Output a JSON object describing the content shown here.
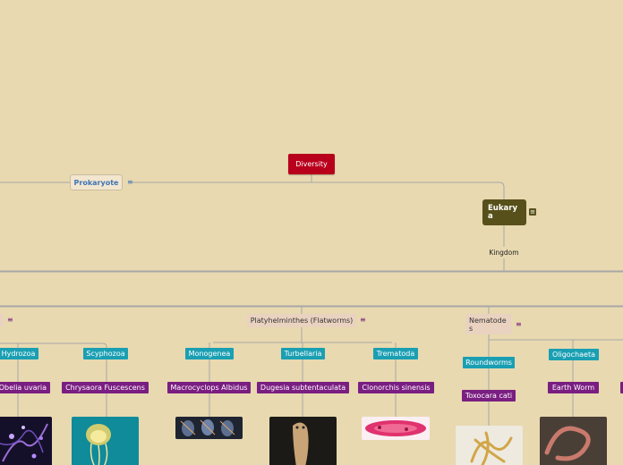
{
  "diagram": {
    "root": "Diversity",
    "prokaryote": "Prokaryote",
    "eukaryote": "Eukary a",
    "kingdom": "Kingdom",
    "phyla": {
      "left_partial": "",
      "platyhelminthes": "Platyhelminthes (Flatworms)",
      "nematodes": "Nematode s"
    },
    "classes": {
      "hydrozoa": "Hydrozoa",
      "scyphozoa": "Scyphozoa",
      "monogenea": "Monogenea",
      "turbellaria": "Turbellaria",
      "trematoda": "Trematoda",
      "roundworms": "Roundworms",
      "oligochaeta": "Oligochaeta"
    },
    "species": {
      "obelia": "Obelia uvaria",
      "chrysaora": "Chrysaora Fuscescens",
      "macrocyclops": "Macrocyclops Albidus",
      "dugesia": "Dugesia subtentaculata",
      "clonorchis": "Clonorchis sinensis",
      "toxocara": "Toxocara cati",
      "earthworm": "Earth Worm"
    },
    "note_icon": "notes-icon",
    "note_glyph": "≡",
    "colors": {
      "background": "#e8d9b0",
      "root": "#b8001c",
      "eukaryote": "#57501b",
      "phylum": "#ead2c0",
      "class": "#1a9fb3",
      "species": "#7a1e82",
      "link": "#9a9a9a"
    }
  }
}
